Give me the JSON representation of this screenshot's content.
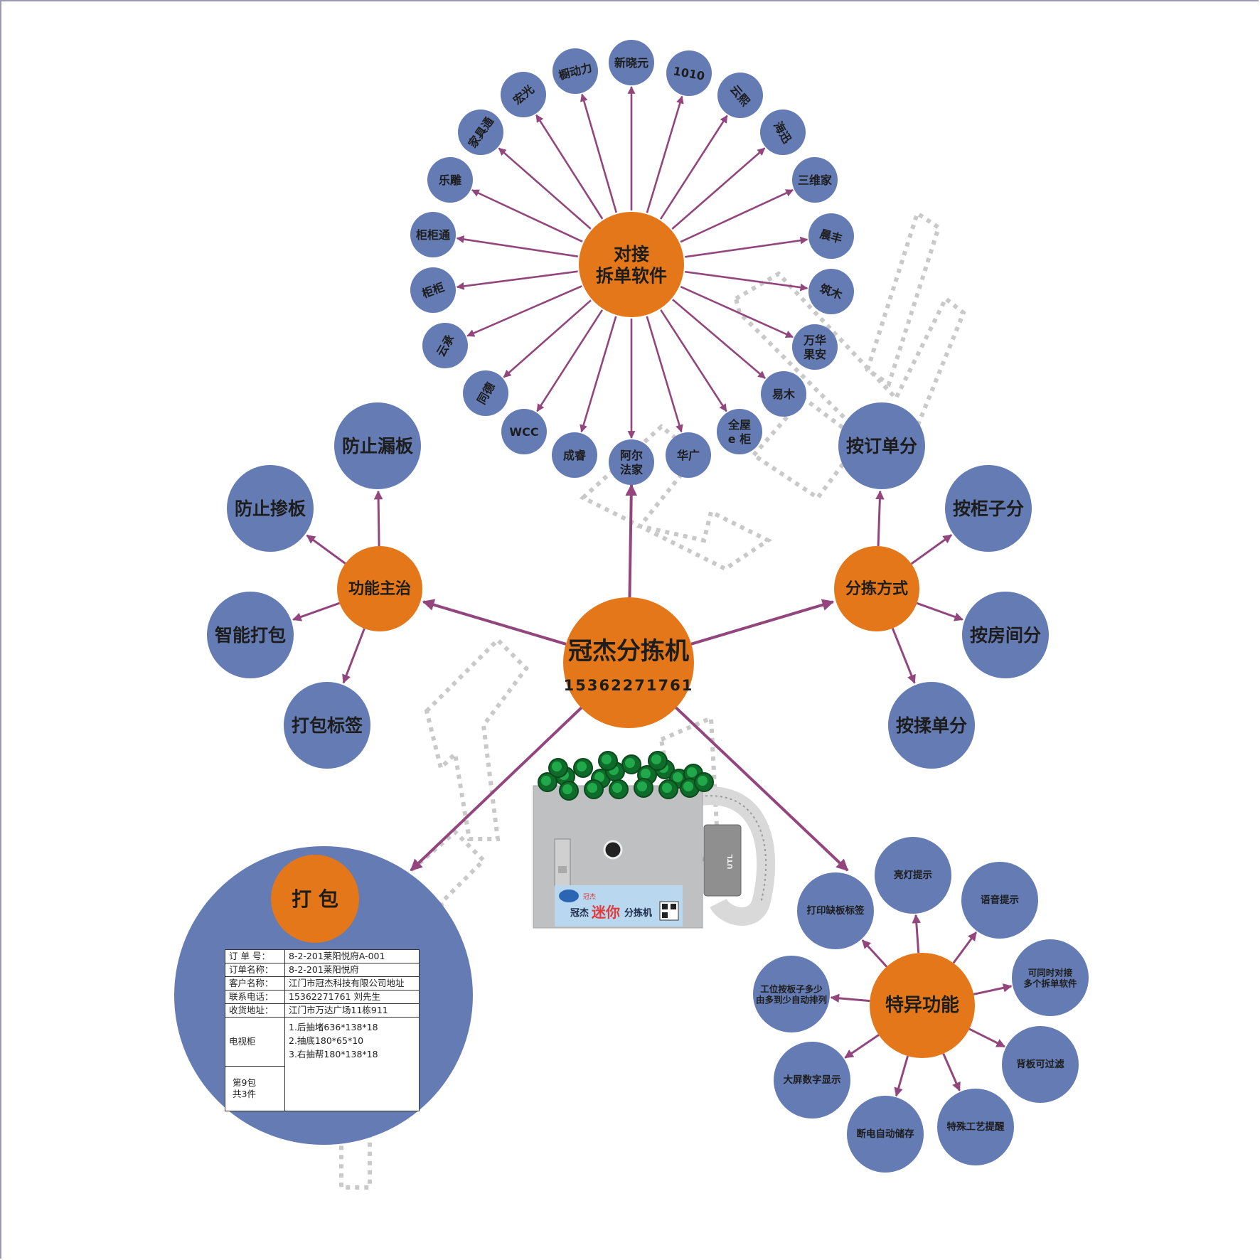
{
  "colors": {
    "hub": "#e37719",
    "leaf": "#647bb3",
    "arrow": "#92467d",
    "text": "#1d1d1d",
    "watermark": "#c9c9c9",
    "frame": "#9b98b4"
  },
  "center": {
    "title": "冠杰分拣机",
    "phone": "15362271761"
  },
  "software_hub": {
    "line1": "对接",
    "line2": "拆单软件",
    "items": [
      "阿尔法家",
      "成睿",
      "WCC",
      "同德",
      "云承",
      "柜柜",
      "柜柜通",
      "乐雕",
      "家具通",
      "宏光",
      "橱动力",
      "新晓元",
      "1010",
      "云熙",
      "海迅",
      "三维家",
      "晨丰",
      "筑木",
      "万华果安",
      "易木",
      "全屋e柜",
      "华广"
    ]
  },
  "function_hub": {
    "title": "功能主治",
    "items": [
      "防止漏板",
      "防止掺板",
      "智能打包",
      "打包标签"
    ]
  },
  "sort_hub": {
    "title": "分拣方式",
    "items": [
      "按订单分",
      "按柜子分",
      "按房间分",
      "按揉单分"
    ]
  },
  "special_hub": {
    "title": "特异功能",
    "items": [
      "亮灯提示",
      "语音提示",
      "可同时对接多个拆单软件",
      "背板可过滤",
      "特殊工艺提醒",
      "断电自动储存",
      "大屏数字显示",
      "工位按板子多少由多到少自动排列",
      "打印缺板标签"
    ]
  },
  "pack": {
    "title": "打包",
    "label": {
      "rows": [
        {
          "key": "订 单 号：",
          "value": "8-2-201莱阳悦府A-001"
        },
        {
          "key": "订单名称：",
          "value": "8-2-201莱阳悦府"
        },
        {
          "key": "客户名称：",
          "value": "江门市冠杰科技有限公司地址"
        },
        {
          "key": "联系电话：",
          "value": "15362271761 刘先生"
        },
        {
          "key": "收货地址：",
          "value": "江门市万达广场11栋911"
        }
      ],
      "cabinet": "电视柜",
      "parts": [
        "1.后抽堵636*138*18",
        "2.抽底180*65*10",
        "3.右抽帮180*138*18"
      ],
      "package_no": "第9包",
      "package_total": "共3件"
    }
  },
  "machine_photo": {
    "brand_small": "冠杰",
    "label_a": "冠杰",
    "label_b": "迷你",
    "label_c": "分拣机",
    "connector_brand": "UTL"
  }
}
